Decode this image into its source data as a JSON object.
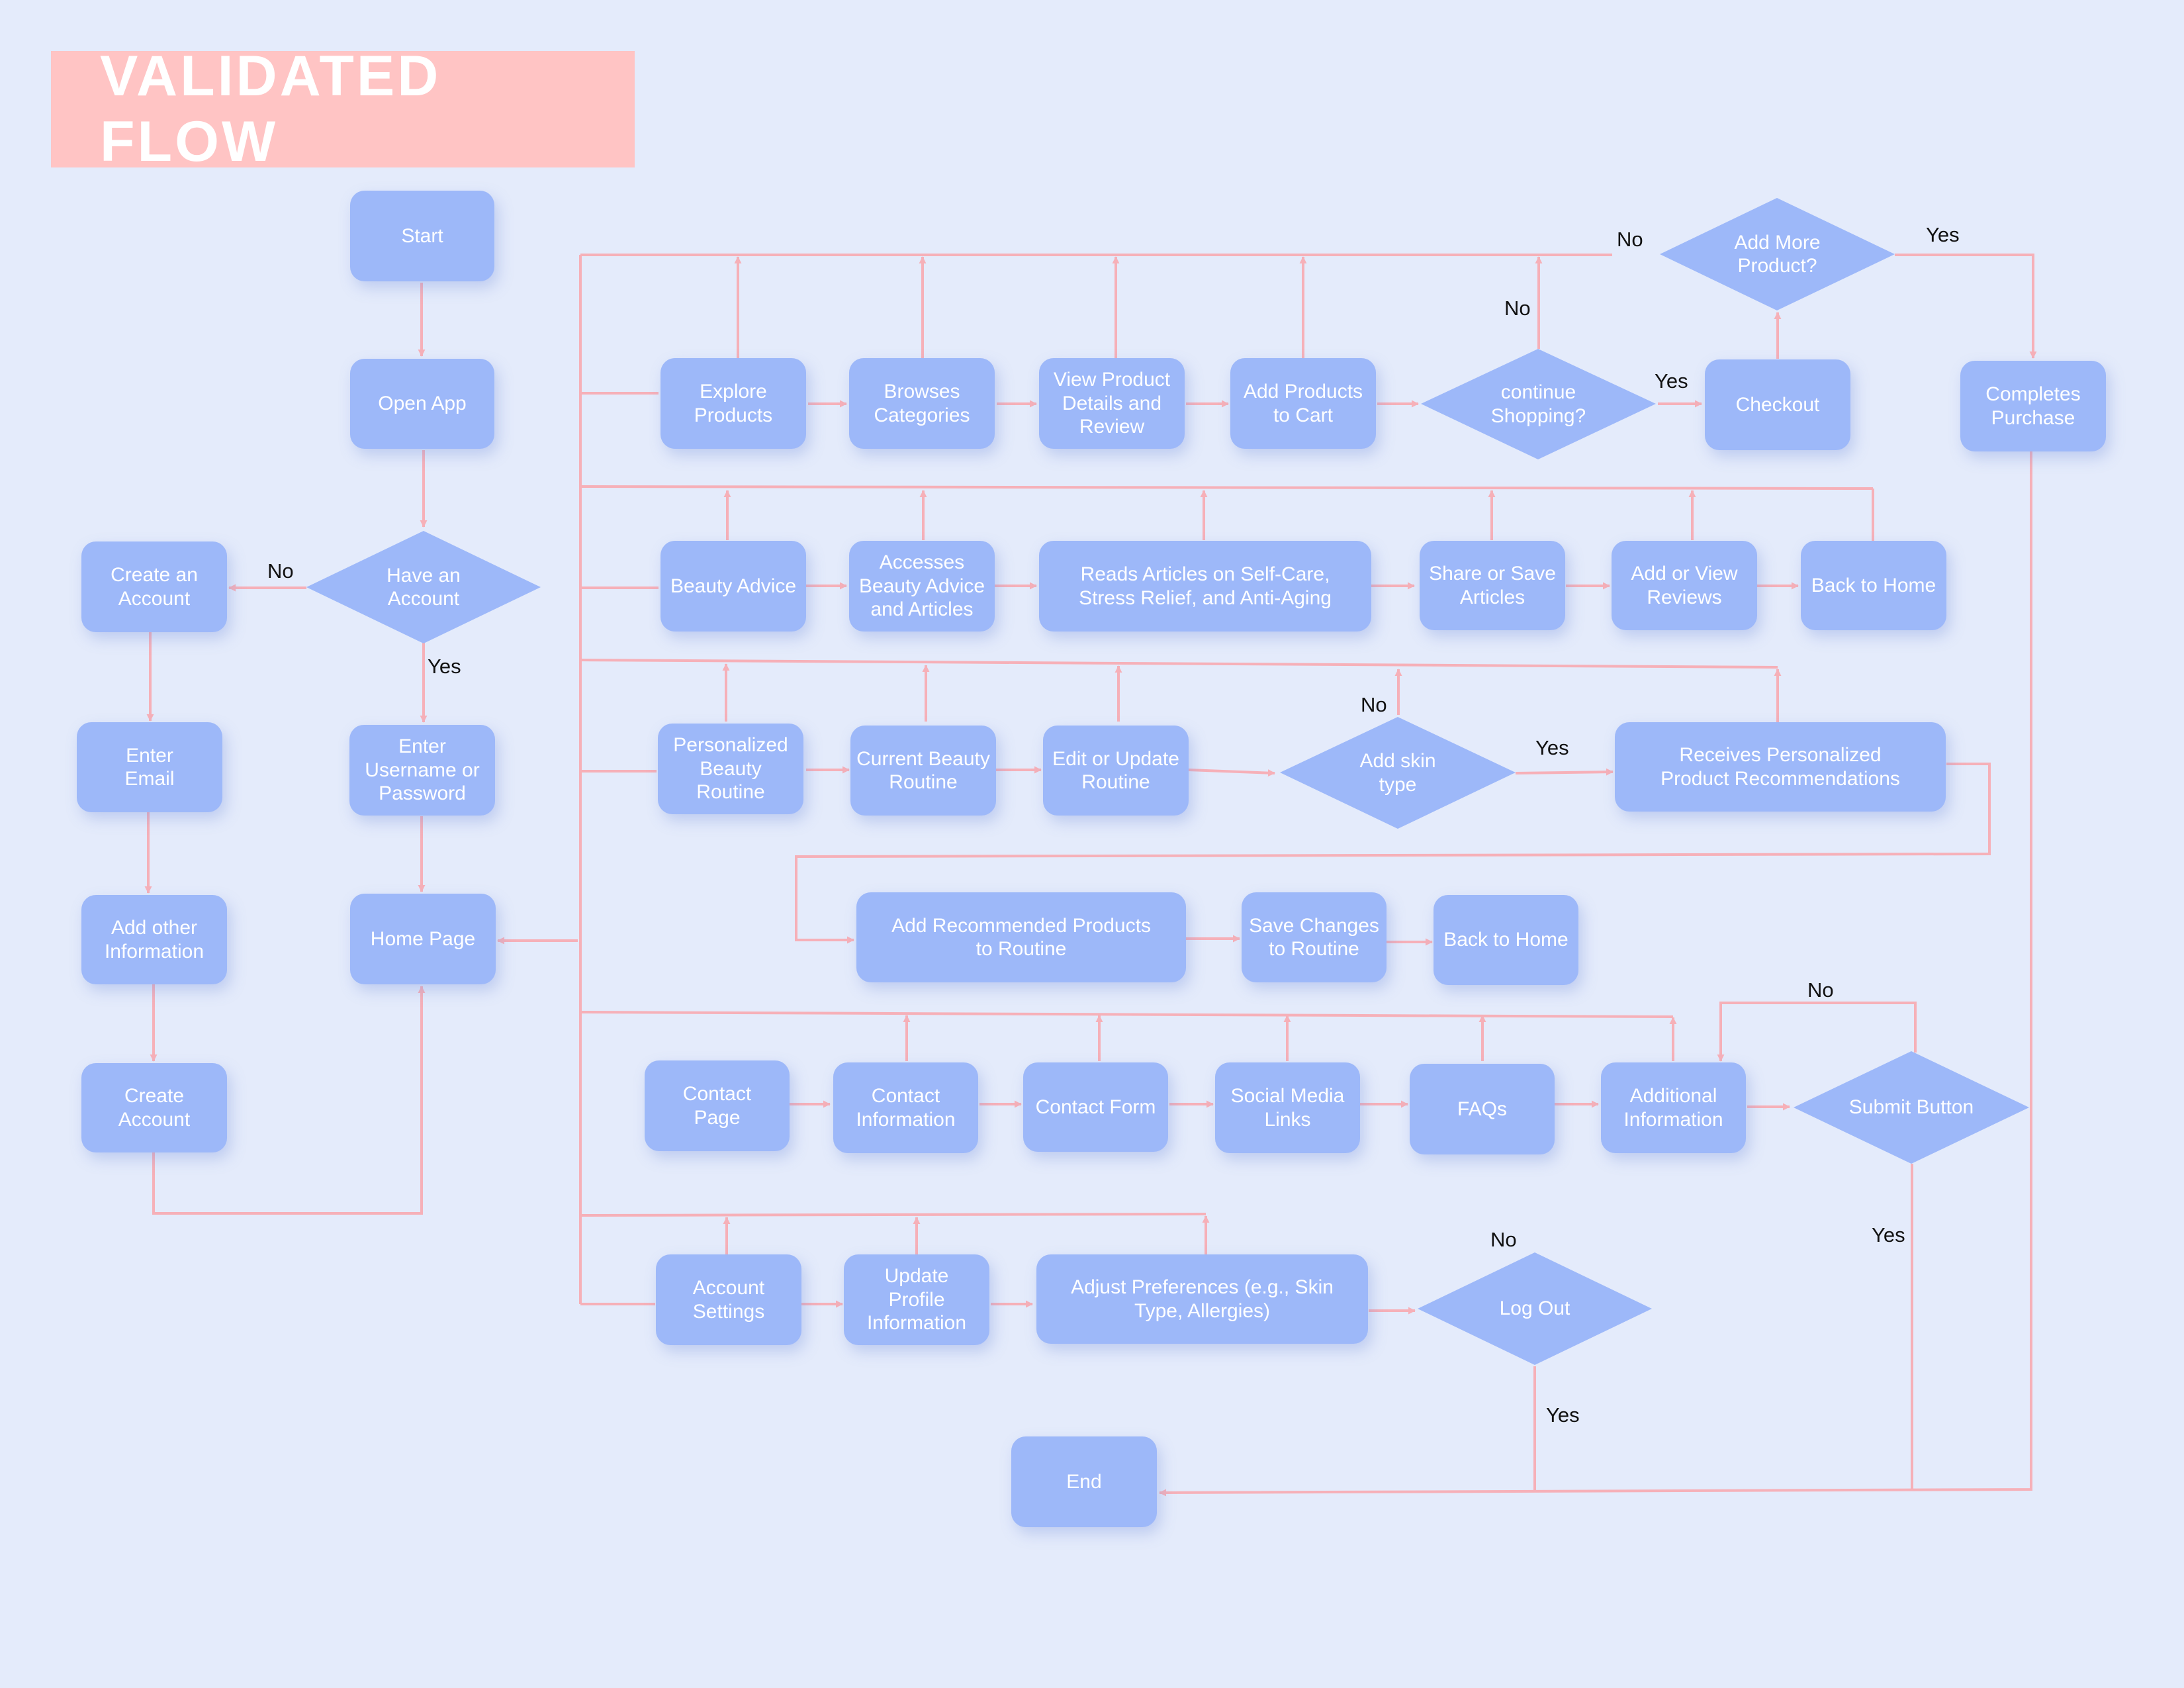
{
  "title": "VALIDATED FLOW",
  "colors": {
    "background": "#e4ebfb",
    "node": "#9db8f9",
    "connector": "#f6b0b8",
    "title_bg": "#ffc4c4"
  },
  "nodes": {
    "start": "Start",
    "open_app": "Open App",
    "have_account": "Have an\nAccount",
    "create_an_account": "Create an\nAccount",
    "enter_email": "Enter\nEmail",
    "add_other_info": "Add other\nInformation",
    "create_account": "Create\nAccount",
    "enter_username": "Enter\nUsername or\nPassword",
    "home_page": "Home Page",
    "explore_products": "Explore\nProducts",
    "browse_categories": "Browses\nCategories",
    "view_product": "View Product\nDetails and\nReview",
    "add_to_cart": "Add Products\nto Cart",
    "continue_shopping": "continue\nShopping?",
    "checkout": "Checkout",
    "add_more_product": "Add More\nProduct?",
    "completes_purchase": "Completes\nPurchase",
    "beauty_advice": "Beauty Advice",
    "accesses_beauty_advice": "Accesses\nBeauty Advice\nand Articles",
    "reads_articles": "Reads Articles on Self-Care,\nStress Relief, and Anti-Aging",
    "share_save": "Share or Save\nArticles",
    "add_view_reviews": "Add or View\nReviews",
    "back_home_1": "Back to Home",
    "personalized_routine": "Personalized\nBeauty\nRoutine",
    "current_routine": "Current Beauty\nRoutine",
    "edit_routine": "Edit or Update\nRoutine",
    "add_skin_type": "Add skin\ntype",
    "receives_recommendations": "Receives Personalized\nProduct Recommendations",
    "add_recommended": "Add Recommended Products\nto Routine",
    "save_changes": "Save Changes\nto Routine",
    "back_home_2": "Back to Home",
    "contact_page": "Contact\nPage",
    "contact_info": "Contact\nInformation",
    "contact_form": "Contact Form",
    "social_media": "Social Media\nLinks",
    "faqs": "FAQs",
    "additional_info": "Additional\nInformation",
    "submit_button": "Submit Button",
    "account_settings": "Account\nSettings",
    "update_profile": "Update\nProfile\nInformation",
    "adjust_preferences": "Adjust Preferences (e.g., Skin\nType, Allergies)",
    "log_out": "Log Out",
    "end": "End"
  },
  "edge_labels": {
    "have_no": "No",
    "have_yes": "Yes",
    "add_more_no": "No",
    "add_more_yes": "Yes",
    "continue_no": "No",
    "continue_yes": "Yes",
    "skin_no": "No",
    "skin_yes": "Yes",
    "submit_no": "No",
    "submit_yes": "Yes",
    "logout_no": "No",
    "logout_yes": "Yes"
  }
}
